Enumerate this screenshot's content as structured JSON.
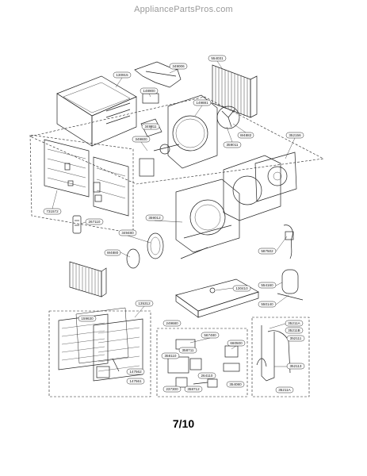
{
  "site": {
    "watermark": "AppliancePartsPros.com"
  },
  "page": {
    "number": "7/10"
  },
  "parts": [
    {
      "id": "p-130915",
      "label": "130915"
    },
    {
      "id": "p-349006",
      "label": "349006"
    },
    {
      "id": "p-554031",
      "label": "554031"
    },
    {
      "id": "p-148900",
      "label": "148900"
    },
    {
      "id": "p-149881",
      "label": "149881"
    },
    {
      "id": "p-349811",
      "label": "349811"
    },
    {
      "id": "p-349600",
      "label": "349600"
    },
    {
      "id": "p-359011",
      "label": "359011"
    },
    {
      "id": "p-w4882",
      "label": "W4882"
    },
    {
      "id": "p-352156",
      "label": "352156"
    },
    {
      "id": "p-731572",
      "label": "731572"
    },
    {
      "id": "p-267110",
      "label": "267110"
    },
    {
      "id": "p-359012",
      "label": "359012"
    },
    {
      "id": "p-349480",
      "label": "349480"
    },
    {
      "id": "p-w4880",
      "label": "W4880"
    },
    {
      "id": "p-587502",
      "label": "587502"
    },
    {
      "id": "p-554160",
      "label": "554160"
    },
    {
      "id": "p-550140",
      "label": "550140"
    },
    {
      "id": "p-130410",
      "label": "130410"
    },
    {
      "id": "p-135312",
      "label": "135312"
    },
    {
      "id": "p-159630",
      "label": "159630"
    },
    {
      "id": "p-147562",
      "label": "147562"
    },
    {
      "id": "p-147561",
      "label": "147561"
    },
    {
      "id": "p-249680",
      "label": "249680"
    },
    {
      "id": "p-567480",
      "label": "567480"
    },
    {
      "id": "p-358711",
      "label": "358711"
    },
    {
      "id": "p-358110",
      "label": "358110"
    },
    {
      "id": "p-660500",
      "label": "660500"
    },
    {
      "id": "p-264110",
      "label": "264110"
    },
    {
      "id": "p-237300",
      "label": "237300"
    },
    {
      "id": "p-358712",
      "label": "358712"
    },
    {
      "id": "p-354080",
      "label": "354080"
    },
    {
      "id": "p-35211a",
      "label": "35211A"
    },
    {
      "id": "p-35211b",
      "label": "35211B"
    },
    {
      "id": "p-352111",
      "label": "352111"
    },
    {
      "id": "p-352113",
      "label": "352113"
    },
    {
      "id": "p-35211a-2",
      "label": "35211A"
    }
  ]
}
